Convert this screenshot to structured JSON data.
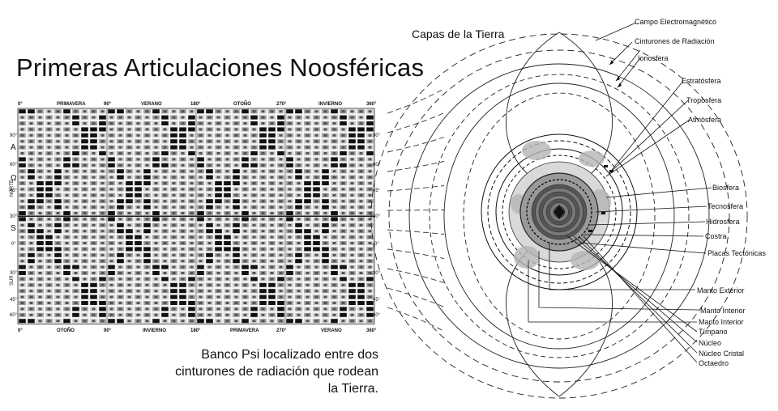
{
  "title": "Primeras Articulaciones Noosféricas",
  "caption": [
    "Banco Psi localizado entre dos",
    "cinturones de radiación que rodean",
    "la Tierra."
  ],
  "earth_title": "Capas de la Tierra",
  "grid": {
    "top_labels": [
      "0°",
      "PRIMAVERA",
      "90°",
      "VERANO",
      "180°",
      "OTOÑO",
      "270°",
      "INVIERNO",
      "360°"
    ],
    "bottom_labels": [
      "0°",
      "OTOÑO",
      "90°",
      "INVIERNO",
      "180°",
      "PRIMAVERA",
      "270°",
      "VERANO",
      "360°"
    ],
    "left_labels": [
      "90°",
      "60°",
      "45°",
      "30°",
      "0°",
      "30°",
      "45°",
      "60°"
    ],
    "right_labels": [
      "90°",
      "60°",
      "45°",
      "30°",
      "0°",
      "30°",
      "45°",
      "60°"
    ],
    "side_north": "NORTE",
    "side_south": "SUR",
    "symbols": [
      "A",
      "Ω",
      "S"
    ]
  },
  "layers": [
    "Campo Electromagnético",
    "Cinturones de Radiación",
    "Ionosfera",
    "Estratósfera",
    "Troposfera",
    "Atmósfera",
    "Biosfera",
    "Tecnosfera",
    "Hidrosfera",
    "Costra",
    "Placas Tectónicas",
    "Manto Exterior",
    "Manto Interior",
    "Manto Interior",
    "Tímpano",
    "Núcleo",
    "Núcleo Cristal",
    "Octaedro"
  ]
}
